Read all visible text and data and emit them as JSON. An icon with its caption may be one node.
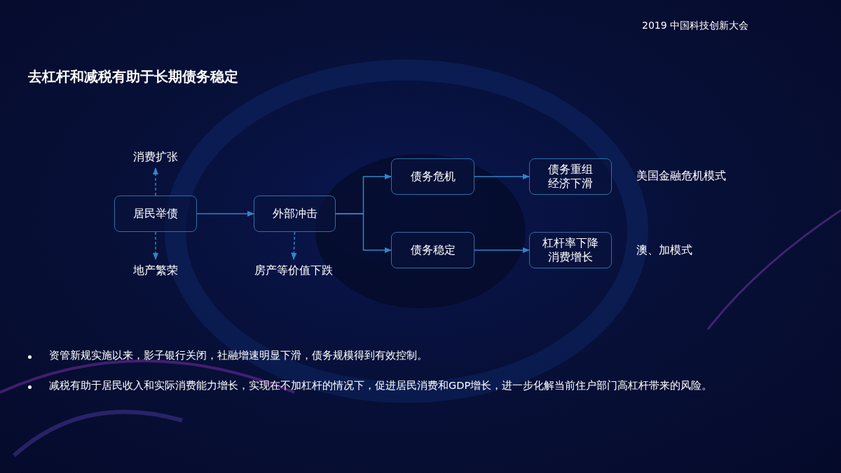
{
  "diagram": {
    "title": "去杠杆和减税有助于长期债务稳定",
    "nodes": [
      {
        "text": [
          "消费扩张"
        ]
      },
      {
        "text": [
          "居民举债"
        ]
      },
      {
        "text": [
          "地产繁荣"
        ]
      },
      {
        "text": [
          "外部冲击"
        ]
      },
      {
        "text": [
          "房产等价值下跌"
        ]
      },
      {
        "text": [
          "债务危机"
        ]
      },
      {
        "text": [
          "债务稳定"
        ]
      },
      {
        "text": [
          "债务重组经济下滑"
        ]
      },
      {
        "text": [
          "杠杆率下降消费增长"
        ]
      }
    ],
    "edges": [
      {
        "from": 1,
        "to": 0,
        "arrow": "to",
        "style": "dashed"
      },
      {
        "from": 1,
        "to": 2,
        "arrow": "to",
        "style": "dashed"
      },
      {
        "from": 1,
        "to": 3,
        "arrow": "to"
      },
      {
        "from": 3,
        "to": 4,
        "arrow": "to",
        "style": "dashed"
      },
      {
        "from": 3,
        "to": 5,
        "arrow": "to"
      },
      {
        "from": 3,
        "to": 6,
        "arrow": "to"
      },
      {
        "from": 5,
        "to": 7,
        "arrow": "to"
      },
      {
        "from": 6,
        "to": 8,
        "arrow": "to"
      }
    ],
    "labels": [
      "2019 中国科技创新大会",
      "美国金融危机模式",
      "澳、加模式",
      "资管新规实施以来，影子银行关闭，社融增速明显下滑，债务规模得到有效控制。",
      "减税有助于居民收入和实际消费能力增长，实现在不加杠杆的情况下，促进居民消费和GDP增长，进一步化解当前住户部门高杠杆带来的风险。"
    ]
  }
}
